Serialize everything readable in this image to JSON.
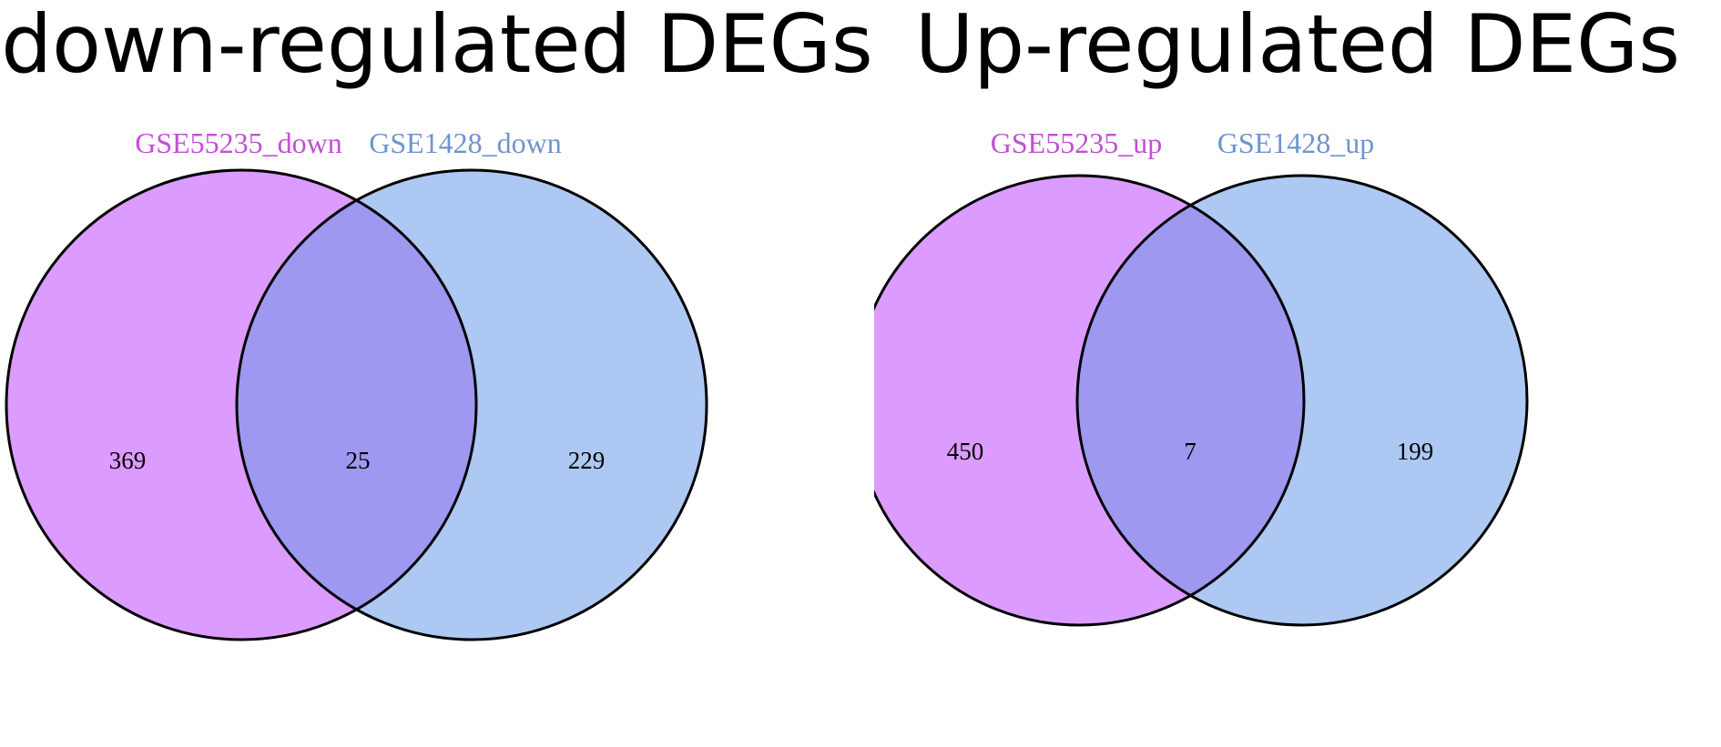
{
  "colors": {
    "set_a_fill": "#dc9cff",
    "set_b_fill": "#adc8f2",
    "overlap_fill": "#9e98f0",
    "set_a_label": "#c24fd6",
    "set_b_label": "#6f94cf",
    "outline": "#000000"
  },
  "diagrams": [
    {
      "title": "down-regulated DEGs",
      "set_a_label": "GSE55235_down",
      "set_b_label": "GSE1428_down",
      "only_a": "369",
      "overlap": "25",
      "only_b": "229"
    },
    {
      "title": "Up-regulated DEGs",
      "set_a_label": "GSE55235_up",
      "set_b_label": "GSE1428_up",
      "only_a": "450",
      "overlap": "7",
      "only_b": "199"
    }
  ]
}
